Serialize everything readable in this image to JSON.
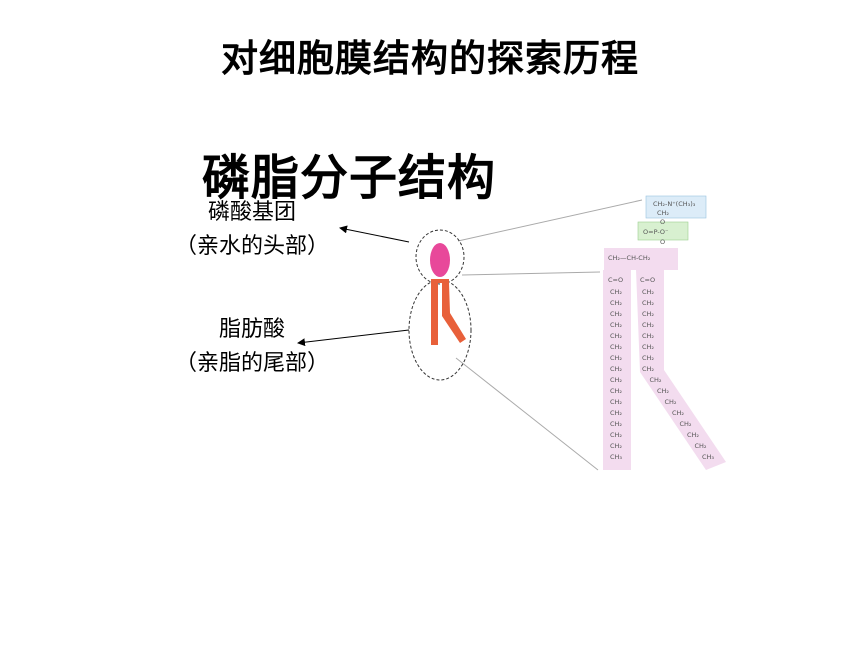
{
  "page_title": "对细胞膜结构的探索历程",
  "section_title": "磷脂分子结构",
  "labels": {
    "head_line1": "磷酸基团",
    "head_line2": "（亲水的头部）",
    "tail_line1": "脂肪酸",
    "tail_line2": "（亲脂的尾部）"
  },
  "colors": {
    "head": "#e8489a",
    "tail": "#e8603a",
    "structure_band": "#f3dcef",
    "phosphate_box": "#d8f0d0",
    "choline_box": "#dcecf8"
  },
  "structure": {
    "choline": "CH₂-N⁺(CH₃)₃",
    "choline_ch2": "CH₂",
    "oxygen": "O",
    "phosphate": "O=P-O⁻",
    "glycerol": "CH₂—CH-CH₂",
    "ester": "C=O",
    "chain_unit": "CH₂",
    "chain_end": "CH₃"
  }
}
